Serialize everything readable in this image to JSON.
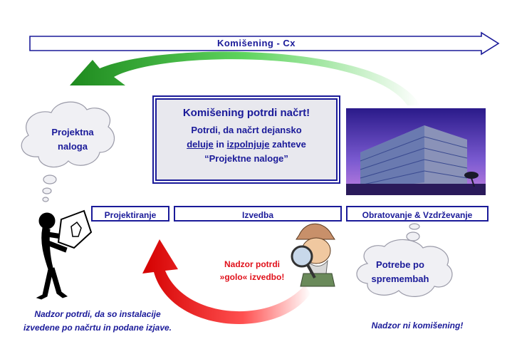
{
  "timeline": {
    "label": "Komišening - Cx"
  },
  "center_box": {
    "title": "Komišening potrdi načrt!",
    "line1": "Potrdi, da načrt dejansko",
    "underline1": "deluje",
    "in": " in ",
    "underline2": "izpolnjuje",
    "rest": " zahteve",
    "line3": "“Projektne naloge”"
  },
  "clouds": {
    "left": {
      "line1": "Projektna",
      "line2": "naloga"
    },
    "right": {
      "line1": "Potrebe po",
      "line2": "spremembah"
    }
  },
  "phases": {
    "design": "Projektiranje",
    "construction": "Izvedba",
    "operation": "Obratovanje & Vzdrževanje"
  },
  "red_note": {
    "line1": "Nadzor potrdi",
    "line2": "»golo« izvedbo!"
  },
  "bottom_left": {
    "line1": "Nadzor potrdi, da so instalacije",
    "line2": "izvedene po načrtu in podane izjave."
  },
  "bottom_right": {
    "text": "Nadzor ni komišening!"
  },
  "colors": {
    "text_blue": "#1a1a99",
    "arrow_green": "#2fa82f",
    "arrow_red": "#e0101a"
  }
}
